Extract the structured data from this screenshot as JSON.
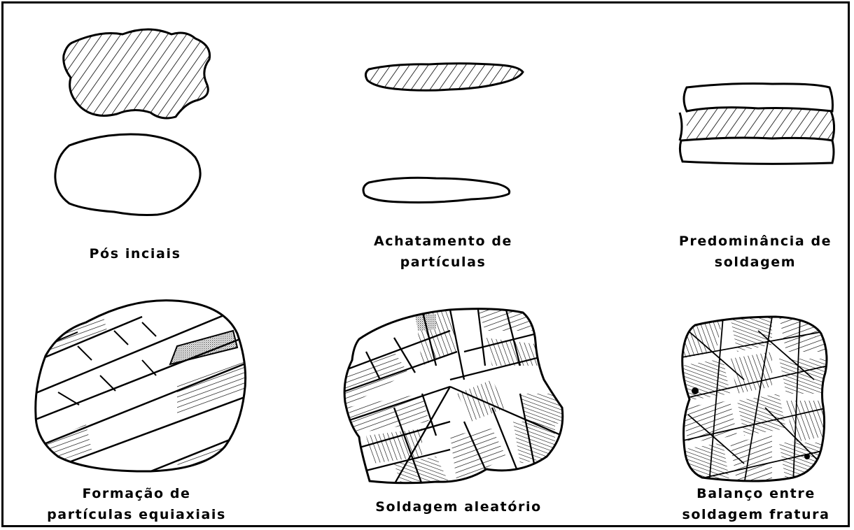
{
  "panels": [
    {
      "id": "pos-iniciais",
      "lines": [
        "Pós inciais"
      ]
    },
    {
      "id": "achatamento",
      "lines": [
        "Achatamento de",
        "partículas"
      ]
    },
    {
      "id": "predominancia",
      "lines": [
        "Predominância de",
        "soldagem"
      ]
    },
    {
      "id": "formacao",
      "lines": [
        "Formação de",
        "partículas equiaxiais"
      ]
    },
    {
      "id": "aleatorio",
      "lines": [
        "Soldagem aleatório"
      ]
    },
    {
      "id": "balanco",
      "lines": [
        "Balanço entre",
        "soldagem fratura"
      ]
    }
  ]
}
